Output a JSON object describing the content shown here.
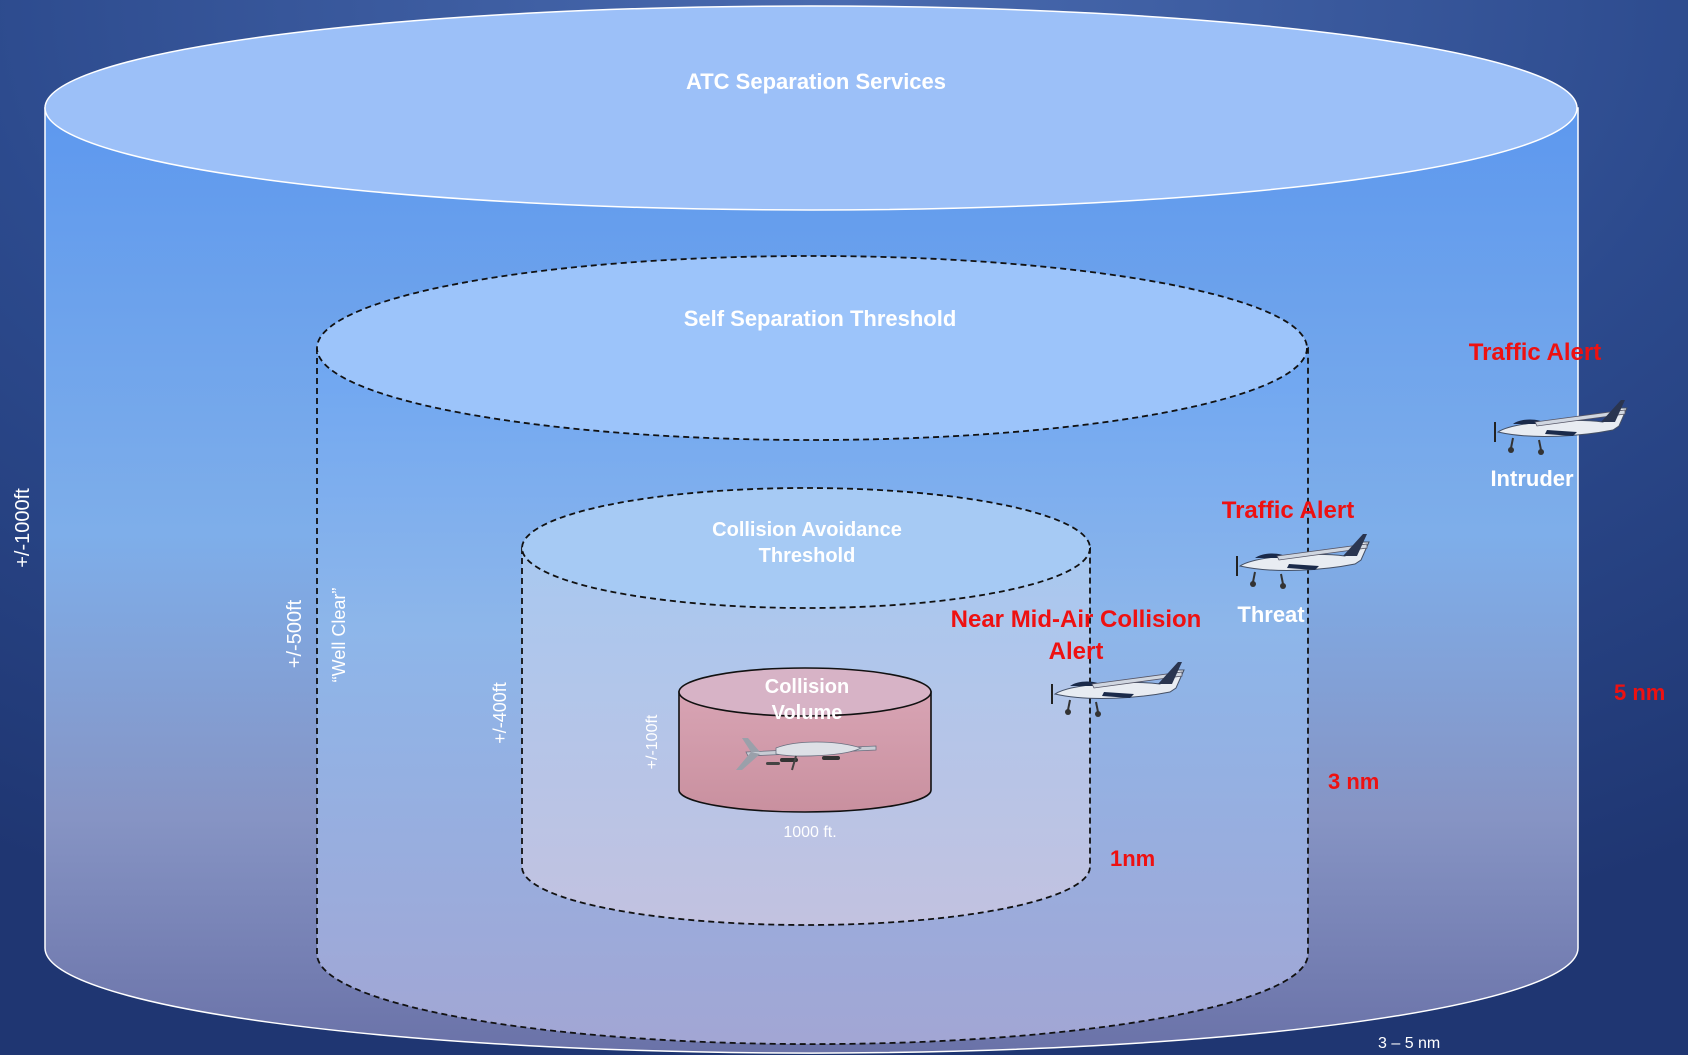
{
  "zones": {
    "atc": "ATC Separation Services",
    "self_separation": "Self Separation Threshold",
    "collision_avoidance_line1": "Collision Avoidance",
    "collision_avoidance_line2": "Threshold",
    "collision_volume_line1": "Collision",
    "collision_volume_line2": "Volume"
  },
  "altitudes": {
    "outer": "+/-1000ft",
    "self_sep": "+/-500ft",
    "well_clear": "“Well Clear”",
    "avoidance": "+/-400ft",
    "volume": "+/-100ft"
  },
  "distances": {
    "volume_width": "1000 ft.",
    "avoidance": "1nm",
    "self_sep": "3 nm",
    "outer": "5 nm",
    "atc_range": "3 – 5 nm"
  },
  "alerts": {
    "intruder_alert": "Traffic Alert",
    "intruder_label": "Intruder",
    "threat_alert": "Traffic Alert",
    "threat_label": "Threat",
    "nmac_line1": "Near Mid-Air Collision",
    "nmac_line2": "Alert"
  },
  "colors": {
    "background": "#2a4585",
    "alert_red": "#ee1111",
    "volume_fill": "#d497a8"
  }
}
